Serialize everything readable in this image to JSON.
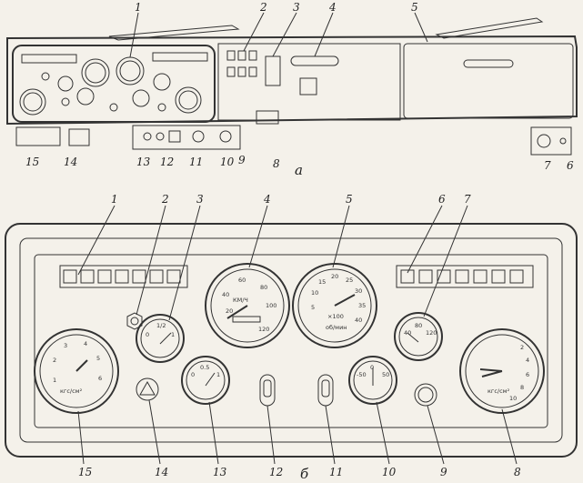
{
  "colors": {
    "ink": "#2a2a2a",
    "paper": "#f4f1ea"
  },
  "figure_a": {
    "sublabel": "а",
    "callouts": [
      "1",
      "2",
      "3",
      "4",
      "5",
      "6",
      "7",
      "8",
      "9",
      "10",
      "11",
      "12",
      "13",
      "14",
      "15"
    ]
  },
  "figure_b": {
    "sublabel": "б",
    "callouts": [
      "1",
      "2",
      "3",
      "4",
      "5",
      "6",
      "7",
      "8",
      "9",
      "10",
      "11",
      "12",
      "13",
      "14",
      "15"
    ],
    "speedometer": {
      "unit": "КМ/Ч",
      "ticks": [
        "20",
        "40",
        "60",
        "80",
        "100",
        "120"
      ]
    },
    "tachometer": {
      "unit": "об/мин",
      "ticks": [
        "5",
        "10",
        "15",
        "20",
        "25",
        "30",
        "35",
        "40"
      ],
      "scale": "×100"
    },
    "pressure_left": {
      "unit": "кгс/см²",
      "ticks": [
        "1",
        "2",
        "3",
        "4",
        "5",
        "6"
      ]
    },
    "pressure_right": {
      "unit": "кгс/см²",
      "ticks": [
        "2",
        "4",
        "6",
        "8",
        "10"
      ]
    },
    "temp_gauge": {
      "ticks": [
        "40",
        "80",
        "120"
      ]
    },
    "fuel_gauge": {
      "ticks": [
        "0",
        "1/2",
        "1"
      ]
    },
    "oil_gauge": {
      "ticks": [
        "0",
        "0.5",
        "1"
      ]
    },
    "amp_gauge": {
      "ticks": [
        "-50",
        "0",
        "50"
      ]
    }
  }
}
